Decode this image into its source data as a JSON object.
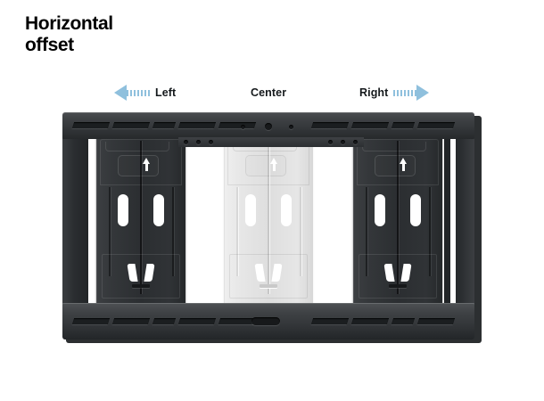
{
  "page": {
    "title": "Horizontal\noffset",
    "background_color": "#ffffff"
  },
  "legend": {
    "items": [
      {
        "id": "left",
        "label": "Left",
        "arrow": "arrow-left-icon",
        "arrow_side": "before",
        "color": "#8fc0dd"
      },
      {
        "id": "center",
        "label": "Center",
        "arrow": "none",
        "arrow_side": "none",
        "color": "#8fc0dd"
      },
      {
        "id": "right",
        "label": "Right",
        "arrow": "arrow-right-icon",
        "arrow_side": "after",
        "color": "#8fc0dd"
      }
    ]
  },
  "diagram": {
    "name": "tv-wall-mount-horizontal-offset",
    "frame_color": "#303336",
    "bracket_color": "#2b2e31",
    "ghost_bracket_color": "#dedede",
    "positions": [
      {
        "id": "left-bracket",
        "state": "offset-left",
        "style": "solid"
      },
      {
        "id": "center-bracket",
        "state": "centered",
        "style": "ghost"
      },
      {
        "id": "right-bracket",
        "state": "offset-right",
        "style": "solid"
      }
    ]
  }
}
